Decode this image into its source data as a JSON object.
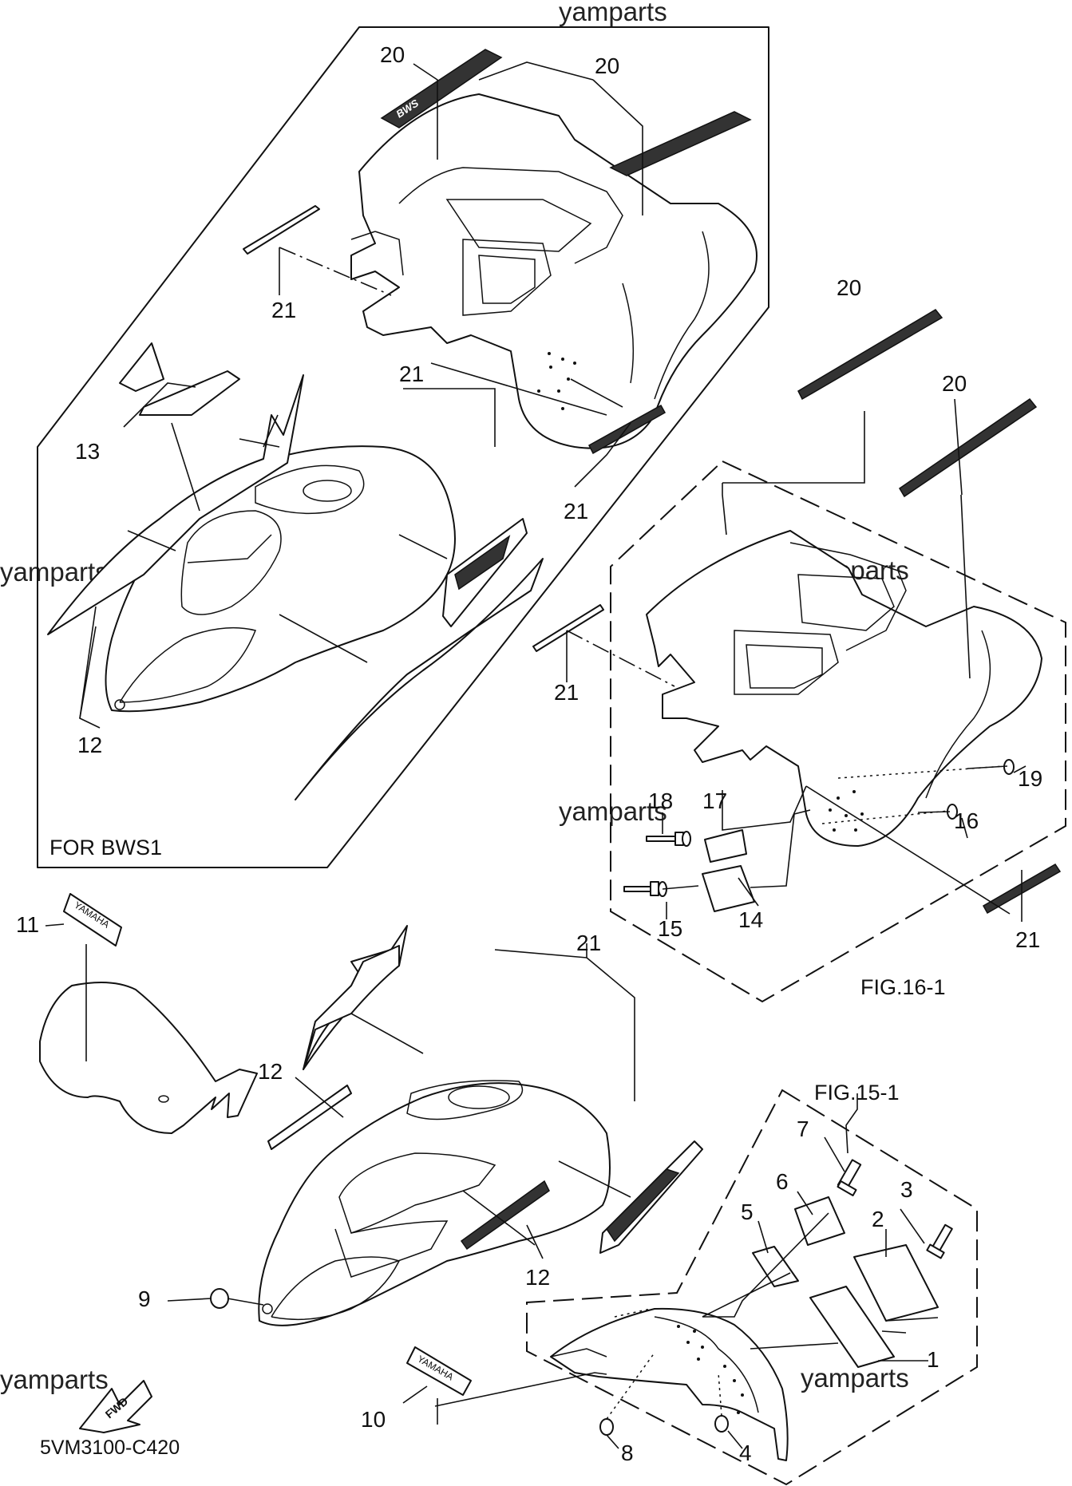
{
  "watermarks": [
    "yamparts",
    "yamparts",
    "yamparts",
    "yamparts",
    "yamparts",
    "yamparts"
  ],
  "diagram_code": "5VM3100-C420",
  "labels": {
    "for_bws1": "FOR BWS1",
    "fig_16_1": "FIG.16-1",
    "fig_15_1": "FIG.15-1",
    "fwd": "FWD",
    "yamaha": "YAMAHA"
  },
  "callouts": [
    {
      "id": "c20a",
      "text": "20"
    },
    {
      "id": "c20b",
      "text": "20"
    },
    {
      "id": "c21a",
      "text": "21"
    },
    {
      "id": "c21b",
      "text": "21"
    },
    {
      "id": "c13",
      "text": "13"
    },
    {
      "id": "c12a",
      "text": "12"
    },
    {
      "id": "c21c",
      "text": "21"
    },
    {
      "id": "c20c",
      "text": "20"
    },
    {
      "id": "c20d",
      "text": "20"
    },
    {
      "id": "c21d",
      "text": "21"
    },
    {
      "id": "c18",
      "text": "18"
    },
    {
      "id": "c17",
      "text": "17"
    },
    {
      "id": "c19",
      "text": "19"
    },
    {
      "id": "c16",
      "text": "16"
    },
    {
      "id": "c15",
      "text": "15"
    },
    {
      "id": "c14",
      "text": "14"
    },
    {
      "id": "c21e",
      "text": "21"
    },
    {
      "id": "c11",
      "text": "11"
    },
    {
      "id": "c21f",
      "text": "21"
    },
    {
      "id": "c12b",
      "text": "12"
    },
    {
      "id": "c12c",
      "text": "12"
    },
    {
      "id": "c9",
      "text": "9"
    },
    {
      "id": "c7",
      "text": "7"
    },
    {
      "id": "c6",
      "text": "6"
    },
    {
      "id": "c5",
      "text": "5"
    },
    {
      "id": "c3",
      "text": "3"
    },
    {
      "id": "c2",
      "text": "2"
    },
    {
      "id": "c1",
      "text": "1"
    },
    {
      "id": "c10",
      "text": "10"
    },
    {
      "id": "c8",
      "text": "8"
    },
    {
      "id": "c4",
      "text": "4"
    }
  ]
}
